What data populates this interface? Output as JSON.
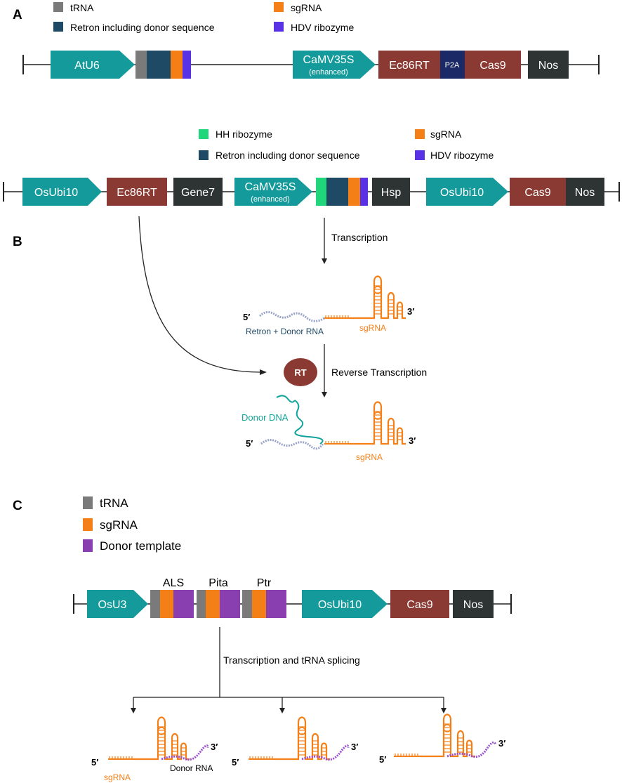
{
  "colors": {
    "teal": "#149a9a",
    "maroon": "#8a3a32",
    "dark": "#2e3333",
    "navy": "#1b2a66",
    "gray": "#7a7a7a",
    "retron": "#1f4a66",
    "orange": "#f57f17",
    "violet": "#5a32e6",
    "green": "#1fd67a",
    "purple": "#8a3fb0",
    "retron_rna": "#9aa3c8",
    "donor_dna": "#12a39a",
    "donor_rna": "#9a4fd0"
  },
  "panel_a": {
    "letter": "A",
    "legend": {
      "trna": "tRNA",
      "retron": "Retron including donor sequence",
      "sgrna": "sgRNA",
      "hdv": "HDV ribozyme"
    },
    "construct": {
      "atu6": "AtU6",
      "camv35s": "CaMV35S",
      "enhanced": "(enhanced)",
      "ec86rt": "Ec86RT",
      "p2a": "P2A",
      "cas9": "Cas9",
      "nos": "Nos"
    }
  },
  "panel_a2": {
    "legend": {
      "hh": "HH ribozyme",
      "retron": "Retron including donor sequence",
      "sgrna": "sgRNA",
      "hdv": "HDV ribozyme"
    },
    "construct": {
      "osubi10_1": "OsUbi10",
      "ec86rt": "Ec86RT",
      "gene7": "Gene7",
      "camv35s": "CaMV35S",
      "enhanced": "(enhanced)",
      "hsp": "Hsp",
      "osubi10_2": "OsUbi10",
      "cas9": "Cas9",
      "nos": "Nos"
    }
  },
  "panel_b": {
    "letter": "B",
    "transcription": "Transcription",
    "five_prime_1": "5′",
    "three_prime_1": "3′",
    "retron_donor_rna": "Retron + Donor RNA",
    "sgrna_1": "sgRNA",
    "rt": "RT",
    "reverse_transcription": "Reverse Transcription",
    "donor_dna": "Donor DNA",
    "five_prime_2": "5′",
    "three_prime_2": "3′",
    "sgrna_2": "sgRNA"
  },
  "panel_c": {
    "letter": "C",
    "legend": {
      "trna": "tRNA",
      "sgrna": "sgRNA",
      "donor": "Donor template"
    },
    "construct": {
      "osu3": "OsU3",
      "als": "ALS",
      "pita": "Pita",
      "ptr": "Ptr",
      "osubi10": "OsUbi10",
      "cas9": "Cas9",
      "nos": "Nos"
    },
    "splicing": "Transcription and tRNA splicing",
    "five_prime": "5′",
    "three_prime": "3′",
    "sgrna": "sgRNA",
    "donor_rna": "Donor RNA"
  }
}
